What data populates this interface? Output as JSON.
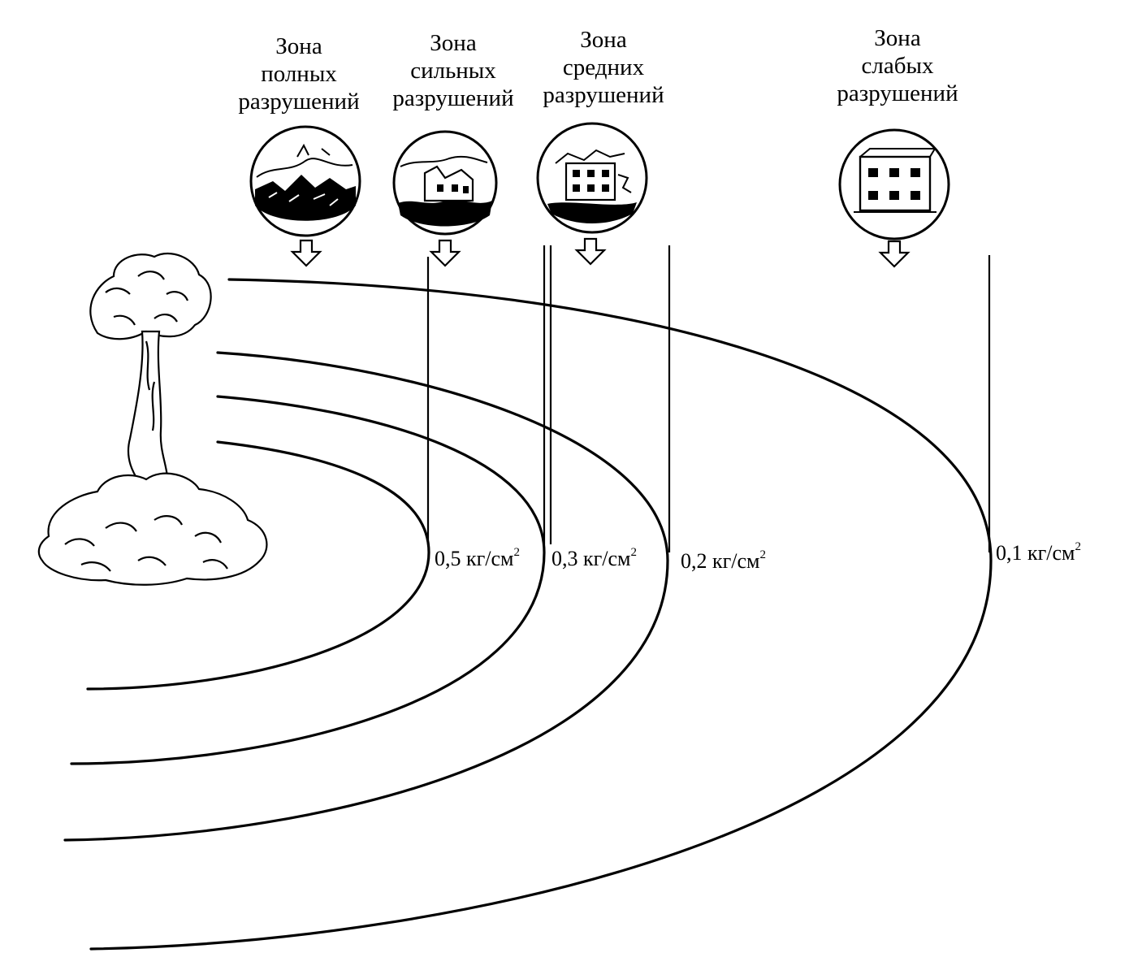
{
  "zones": [
    {
      "id": "full",
      "title_lines": [
        "Зона",
        "полных",
        "разрушений"
      ],
      "pressure_value": "0,5 кг/см",
      "pressure_exp": "2",
      "icon": "rubble-icon"
    },
    {
      "id": "strong",
      "title_lines": [
        "Зона",
        "сильных",
        "разрушений"
      ],
      "pressure_value": "0,3 кг/см",
      "pressure_exp": "2",
      "icon": "ruined-building-icon"
    },
    {
      "id": "medium",
      "title_lines": [
        "Зона",
        "средних",
        "разрушений"
      ],
      "pressure_value": "0,2 кг/см",
      "pressure_exp": "2",
      "icon": "damaged-building-icon"
    },
    {
      "id": "weak",
      "title_lines": [
        "Зона",
        "слабых",
        "разрушений"
      ],
      "pressure_value": "0,1 кг/см",
      "pressure_exp": "2",
      "icon": "intact-building-icon"
    }
  ],
  "colors": {
    "ink": "#000000",
    "background": "#ffffff"
  },
  "icons": {
    "explosion": "mushroom-cloud-icon",
    "arrow": "down-arrow-icon"
  }
}
